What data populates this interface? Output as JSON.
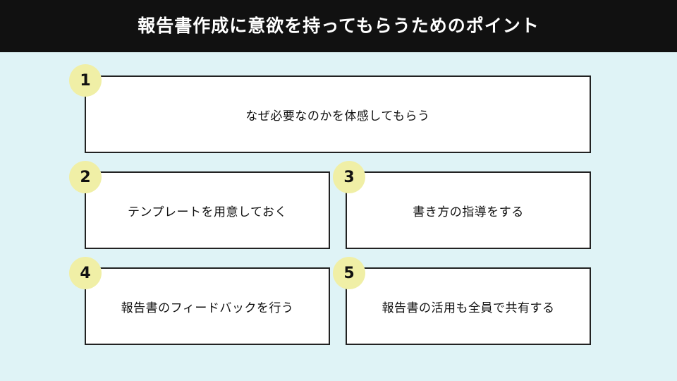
{
  "header": {
    "title": "報告書作成に意欲を持ってもらうためのポイント"
  },
  "points": [
    {
      "number": "1",
      "label": "なぜ必要なのかを体感してもらう"
    },
    {
      "number": "2",
      "label": "テンプレートを用意しておく"
    },
    {
      "number": "3",
      "label": "書き方の指導をする"
    },
    {
      "number": "4",
      "label": "報告書のフィードバックを行う"
    },
    {
      "number": "5",
      "label": "報告書の活用も全員で共有する"
    }
  ],
  "colors": {
    "background": "#dff3f6",
    "header": "#111111",
    "badge": "#f0efa6",
    "card_border": "#222222"
  }
}
